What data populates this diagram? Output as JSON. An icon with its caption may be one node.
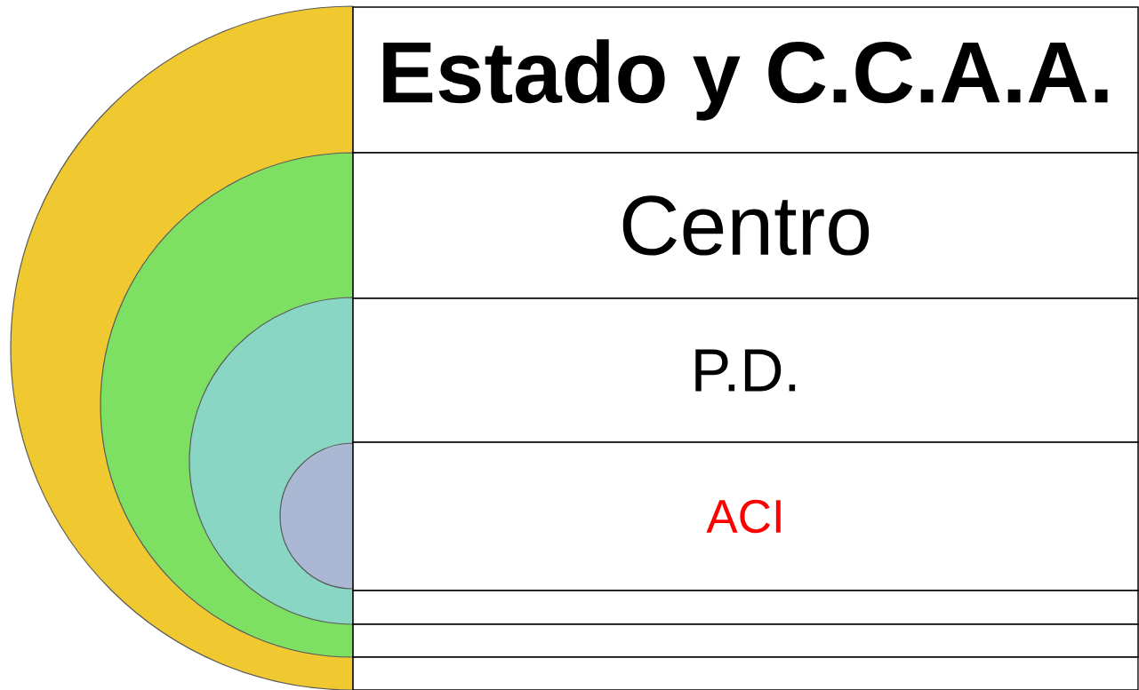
{
  "diagram": {
    "nodes": [
      {
        "text": [
          "Estado y C.C.A.A."
        ]
      },
      {
        "text": [
          "Centro"
        ]
      },
      {
        "text": [
          "P.D."
        ]
      },
      {
        "text": [
          "ACI"
        ]
      },
      {
        "text": [],
        "shape": "box"
      },
      {
        "text": [],
        "shape": "box"
      },
      {
        "text": [],
        "shape": "box"
      }
    ]
  }
}
